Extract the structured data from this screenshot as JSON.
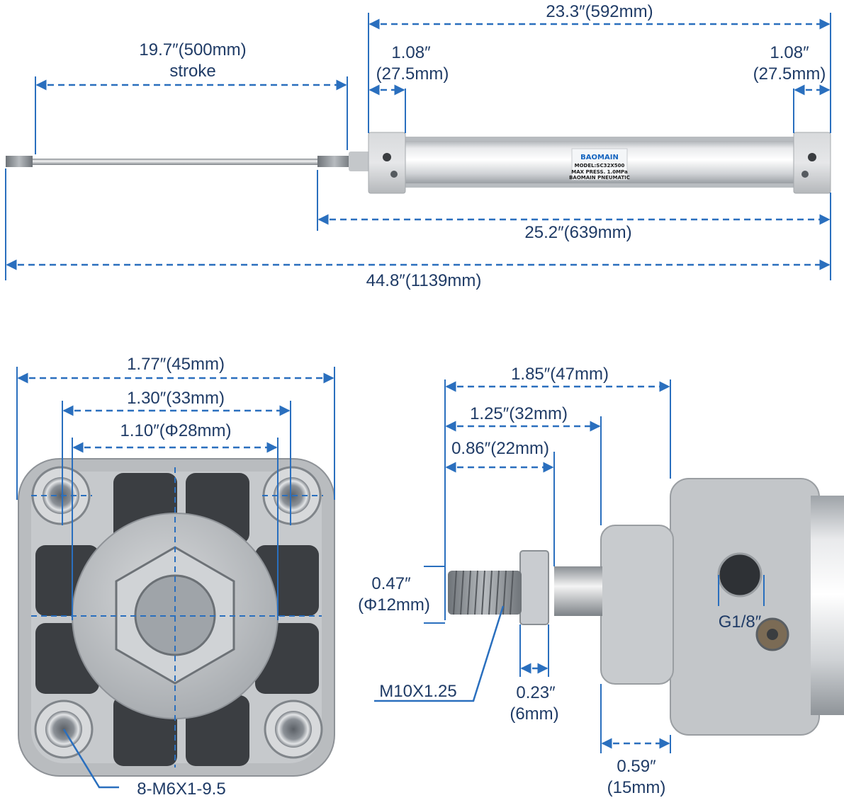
{
  "top": {
    "overall_length": "23.3″(592mm)",
    "stroke_value": "19.7″(500mm)",
    "stroke_label": "stroke",
    "left_cap_inch": "1.08″",
    "left_cap_mm": "(27.5mm)",
    "right_cap_inch": "1.08″",
    "right_cap_mm": "(27.5mm)",
    "body_with_thread": "25.2″(639mm)",
    "total_extended": "44.8″(1139mm)"
  },
  "label_plate": {
    "brand": "BAOMAIN",
    "model": "MODEL:SC32X500",
    "pressure": "MAX PRESS. 1.0MPa",
    "maker": "BAOMAIN PNEUMATIC"
  },
  "end_view": {
    "width": "1.77″(45mm)",
    "bolt_spacing": "1.30″(33mm)",
    "bore": "1.10″(Φ28mm)",
    "mount_thread": "8-M6X1-9.5"
  },
  "rod_view": {
    "length_total": "1.85″(47mm)",
    "length_mid": "1.25″(32mm)",
    "length_thread": "0.86″(22mm)",
    "rod_diameter_inch": "0.47″",
    "rod_diameter_mm": "(Φ12mm)",
    "rod_thread": "M10X1.25",
    "nut_width_inch": "0.23″",
    "nut_width_mm": "(6mm)",
    "port": "G1/8″",
    "boss_length_inch": "0.59″",
    "boss_length_mm": "(15mm)"
  },
  "colors": {
    "dimension_line": "#2a6fbe",
    "dimension_text": "#1f3b66",
    "aluminum": "#c9cbce"
  }
}
